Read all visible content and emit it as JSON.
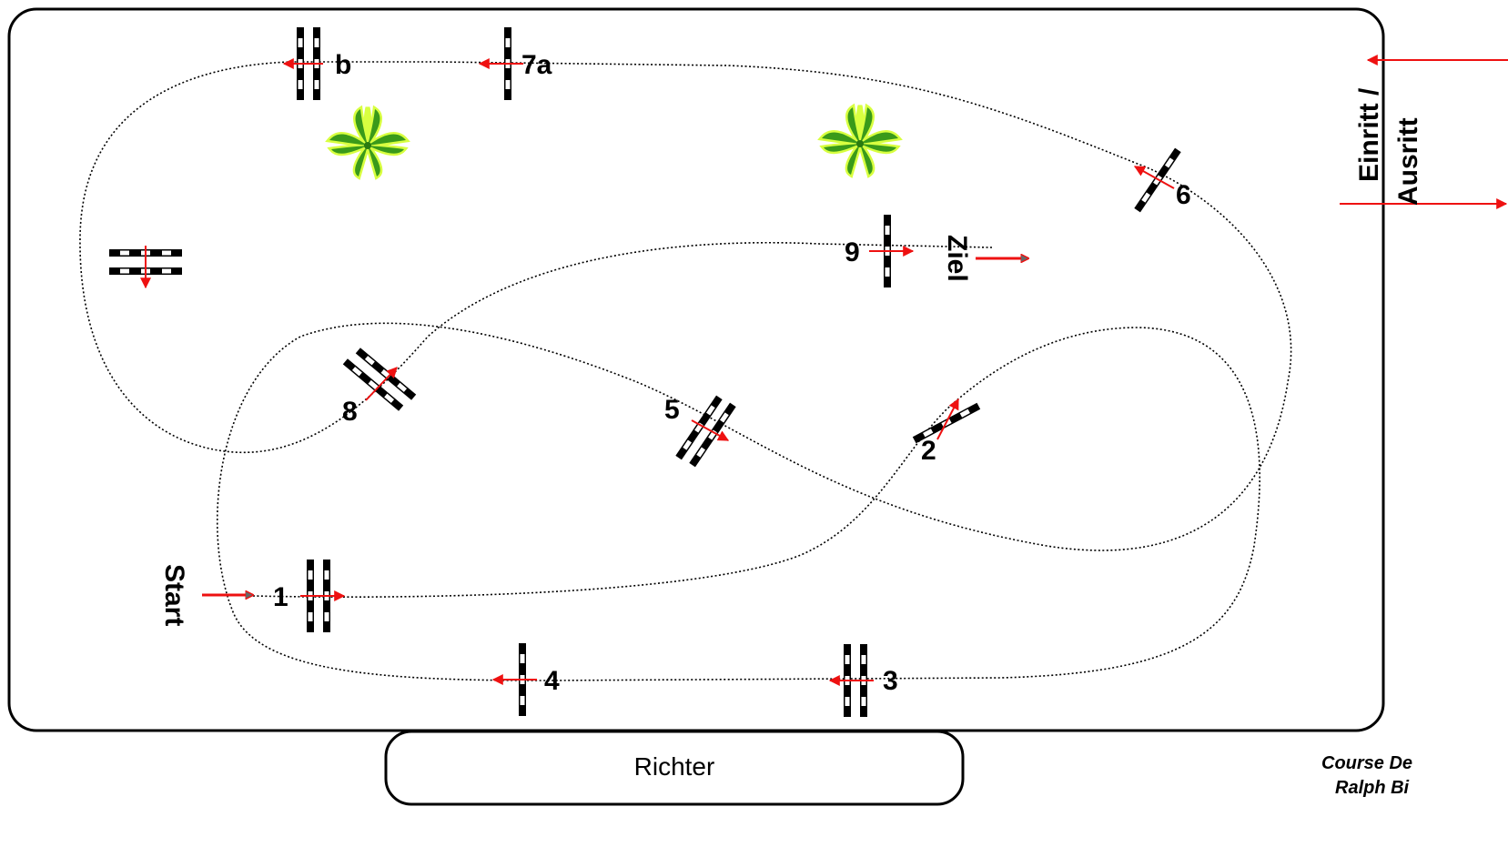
{
  "labels": {
    "start": "Start",
    "finish": "Ziel",
    "entry": "Einritt /",
    "exit": "Ausritt",
    "judge": "Richter",
    "credit_line1": "Course De",
    "credit_line2": "Ralph Bi"
  },
  "obstacles": [
    {
      "id": "1",
      "label": "1"
    },
    {
      "id": "2",
      "label": "2"
    },
    {
      "id": "3",
      "label": "3"
    },
    {
      "id": "4",
      "label": "4"
    },
    {
      "id": "5",
      "label": "5"
    },
    {
      "id": "6",
      "label": "6"
    },
    {
      "id": "7a",
      "label": "7a"
    },
    {
      "id": "b",
      "label": "b"
    },
    {
      "id": "8",
      "label": "8"
    },
    {
      "id": "9",
      "label": "9"
    }
  ],
  "colors": {
    "arena_border": "#000000",
    "arrow": "#e11111",
    "plant_fill": "#3a9a1a",
    "plant_glow": "#d8ff40"
  },
  "icons": [
    "plant-icon",
    "jump-fence-icon",
    "direction-arrow-icon"
  ]
}
